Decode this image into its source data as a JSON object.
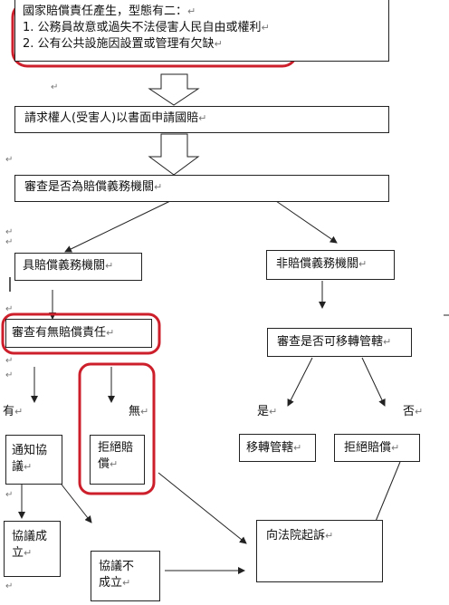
{
  "flowchart": {
    "intro": {
      "title": "國家賠償責任產生，型態有二：",
      "item1": "1. 公務員故意或過失不法侵害人民自由或權利",
      "item2": "2. 公有公共設施因設置或管理有欠缺"
    },
    "step_request": "請求權人(受害人)以書面申請國賠",
    "step_review_agency": "審查是否為賠償義務機關",
    "branch_is_agency": "具賠償義務機關",
    "branch_not_agency": "非賠償義務機關",
    "review_liability": "審查有無賠償責任",
    "review_transfer": "審查是否可移轉管轄",
    "label_has": "有",
    "label_none": "無",
    "label_yes": "是",
    "label_no": "否",
    "notify_negotiation": [
      "通知協",
      "議"
    ],
    "refuse_compensation_left": [
      "拒絕賠",
      "償"
    ],
    "transfer_jurisdiction": "移轉管轄",
    "refuse_compensation_right": "拒絕賠償",
    "negotiation_success": [
      "協議成",
      "立"
    ],
    "negotiation_fail": [
      "協議不",
      "成立"
    ],
    "sue_in_court": "向法院起訴"
  },
  "return_mark": "↵",
  "highlight_color": "#cc1f2b",
  "line_color": "#222222"
}
